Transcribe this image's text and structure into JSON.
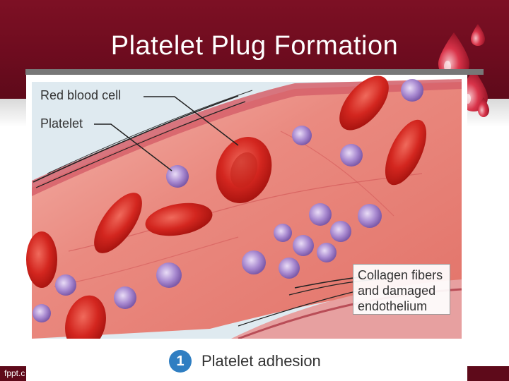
{
  "slide": {
    "title": "Platelet Plug Formation",
    "footer_text": "fppt.c"
  },
  "figure": {
    "labels": {
      "red_blood_cell": "Red blood cell",
      "platelet": "Platelet"
    },
    "callout": {
      "line1": "Collagen fibers",
      "line2": "and damaged",
      "line3": "endothelium"
    },
    "step": {
      "number": "1",
      "label": "Platelet adhesion"
    }
  },
  "colors": {
    "header": "#6e0c1f",
    "vessel_interior": "#e9857c",
    "red_blood_cell": "#d9302a",
    "platelet": "#9e7cc6",
    "step_badge": "#2f7ec2"
  },
  "icons": [
    "blood-drops-icon"
  ]
}
